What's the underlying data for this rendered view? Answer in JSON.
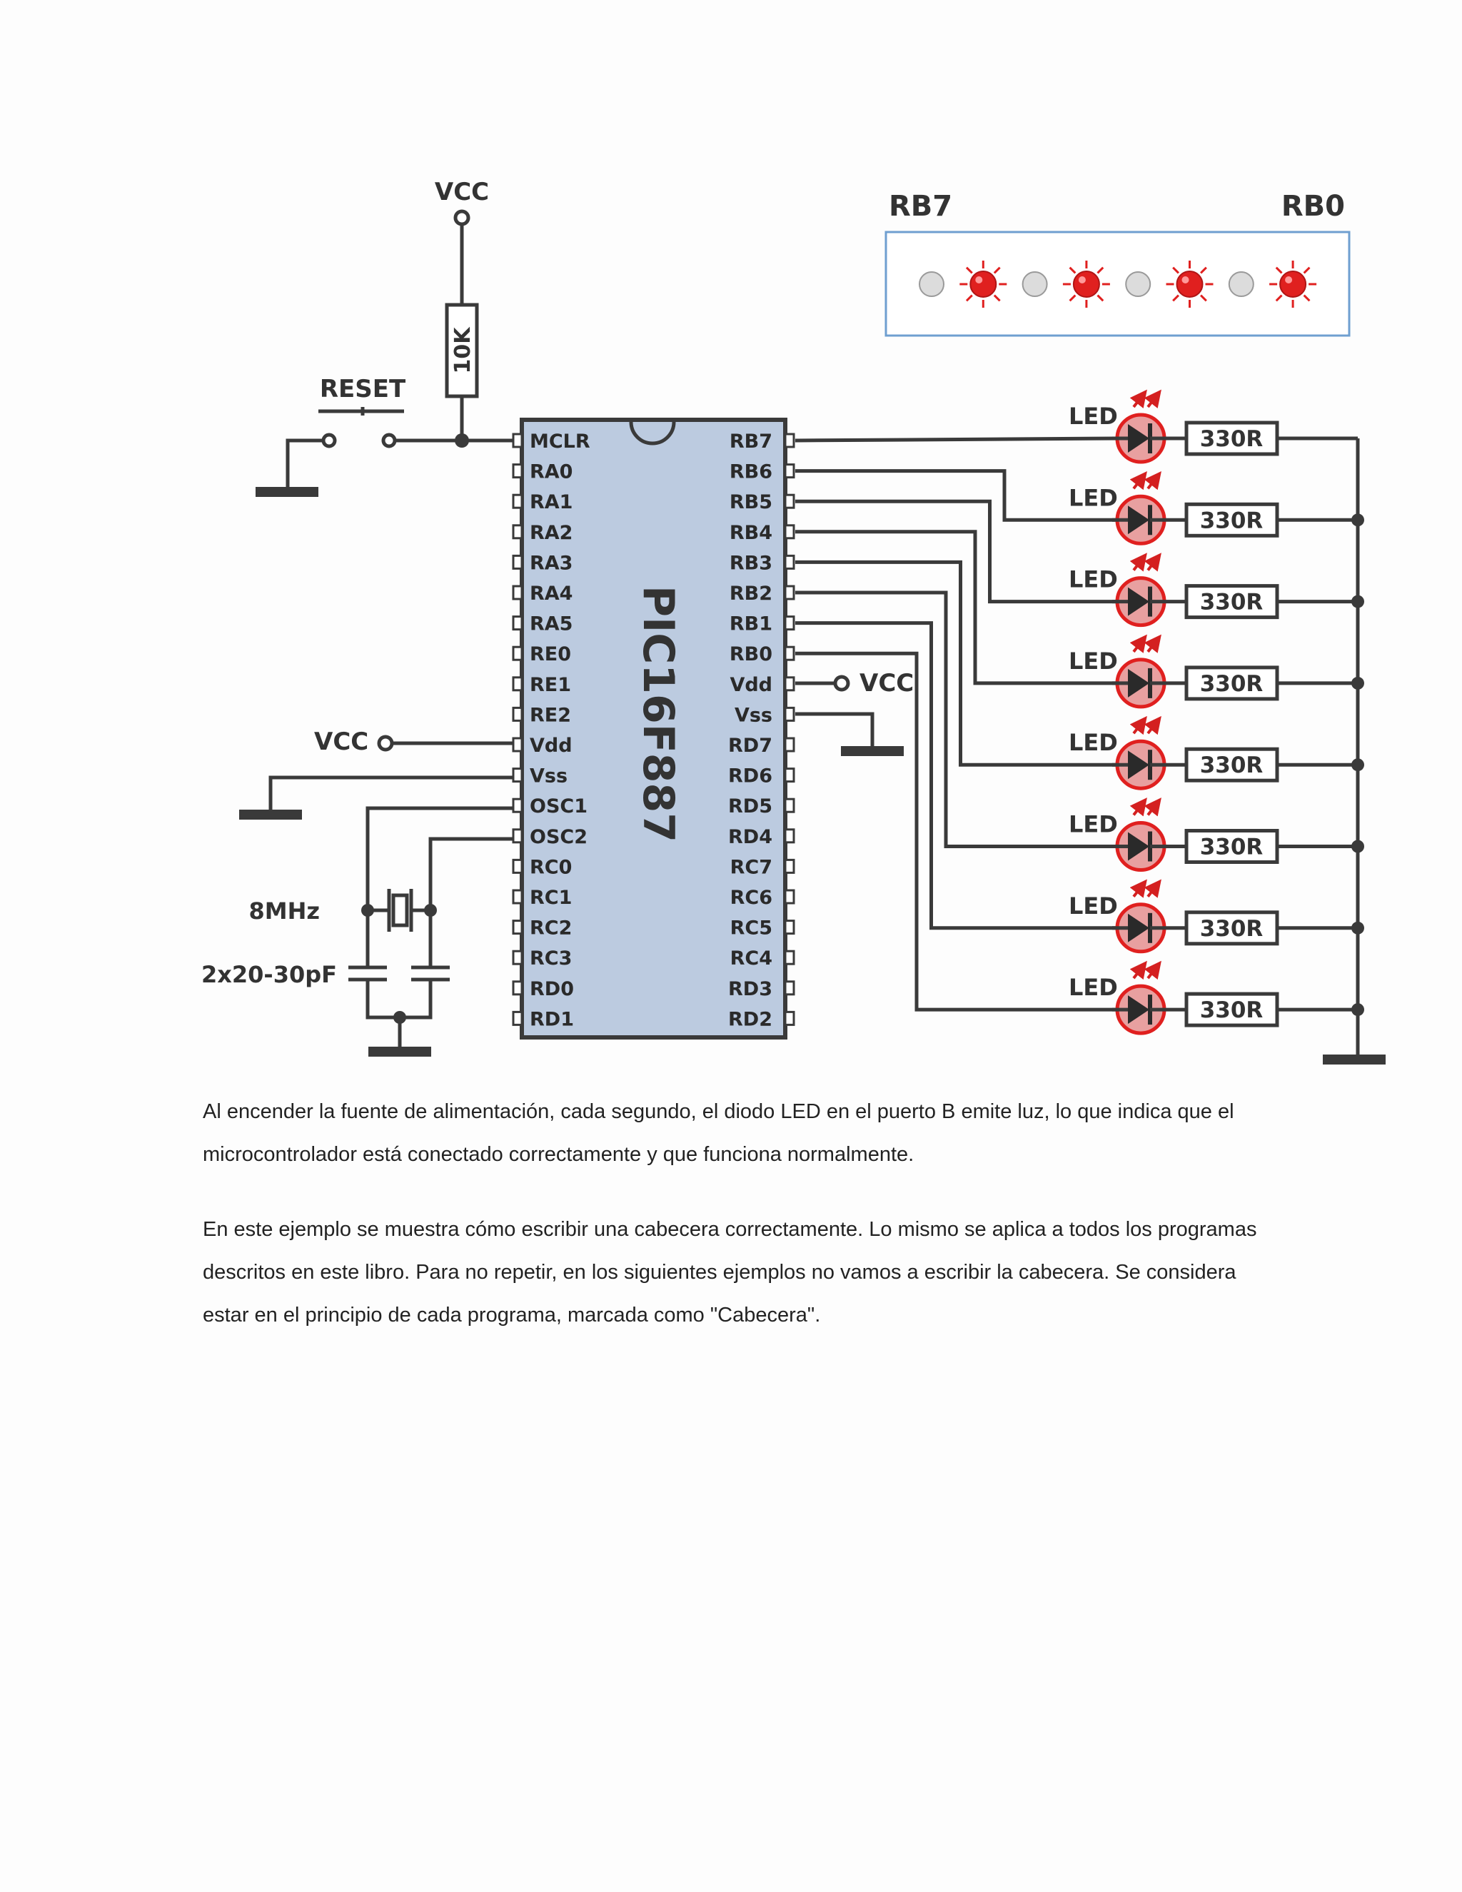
{
  "schematic": {
    "chip_name": "PIC16F887",
    "left_pins": [
      "MCLR",
      "RA0",
      "RA1",
      "RA2",
      "RA3",
      "RA4",
      "RA5",
      "RE0",
      "RE1",
      "RE2",
      "Vdd",
      "Vss",
      "OSC1",
      "OSC2",
      "RC0",
      "RC1",
      "RC2",
      "RC3",
      "RD0",
      "RD1"
    ],
    "right_pins": [
      "RB7",
      "RB6",
      "RB5",
      "RB4",
      "RB3",
      "RB2",
      "RB1",
      "RB0",
      "Vdd",
      "Vss",
      "RD7",
      "RD6",
      "RD5",
      "RD4",
      "RC7",
      "RC6",
      "RC5",
      "RC4",
      "RD3",
      "RD2"
    ],
    "vcc_label": "VCC",
    "resistor_pullup_label": "10K",
    "reset_label": "RESET",
    "crystal_label": "8MHz",
    "caps_label": "2x20-30pF",
    "led_label": "LED",
    "led_resistor_label": "330R",
    "led_count": 8,
    "led_panel": {
      "left_label": "RB7",
      "right_label": "RB0",
      "states": [
        false,
        true,
        false,
        true,
        false,
        true,
        false,
        true
      ]
    },
    "colors": {
      "chip_fill": "#bccbe0",
      "led_fill": "#e8a0a0",
      "led_on": "#e0201f",
      "led_off": "#dcdcdc",
      "panel_border": "#6f9fd0",
      "wire": "#3a3a3a"
    }
  },
  "text": {
    "paragraph1": "Al encender la fuente de alimentación, cada segundo, el diodo LED en el puerto B emite luz, lo que indica que el microcontrolador está conectado correctamente y que funciona normalmente.",
    "paragraph2": "En este ejemplo se muestra cómo escribir una cabecera correctamente. Lo mismo se aplica a todos los programas descritos en este libro. Para no repetir, en los siguientes ejemplos no vamos a escribir la cabecera. Se considera estar en el principio de cada programa, marcada como \"Cabecera\"."
  }
}
